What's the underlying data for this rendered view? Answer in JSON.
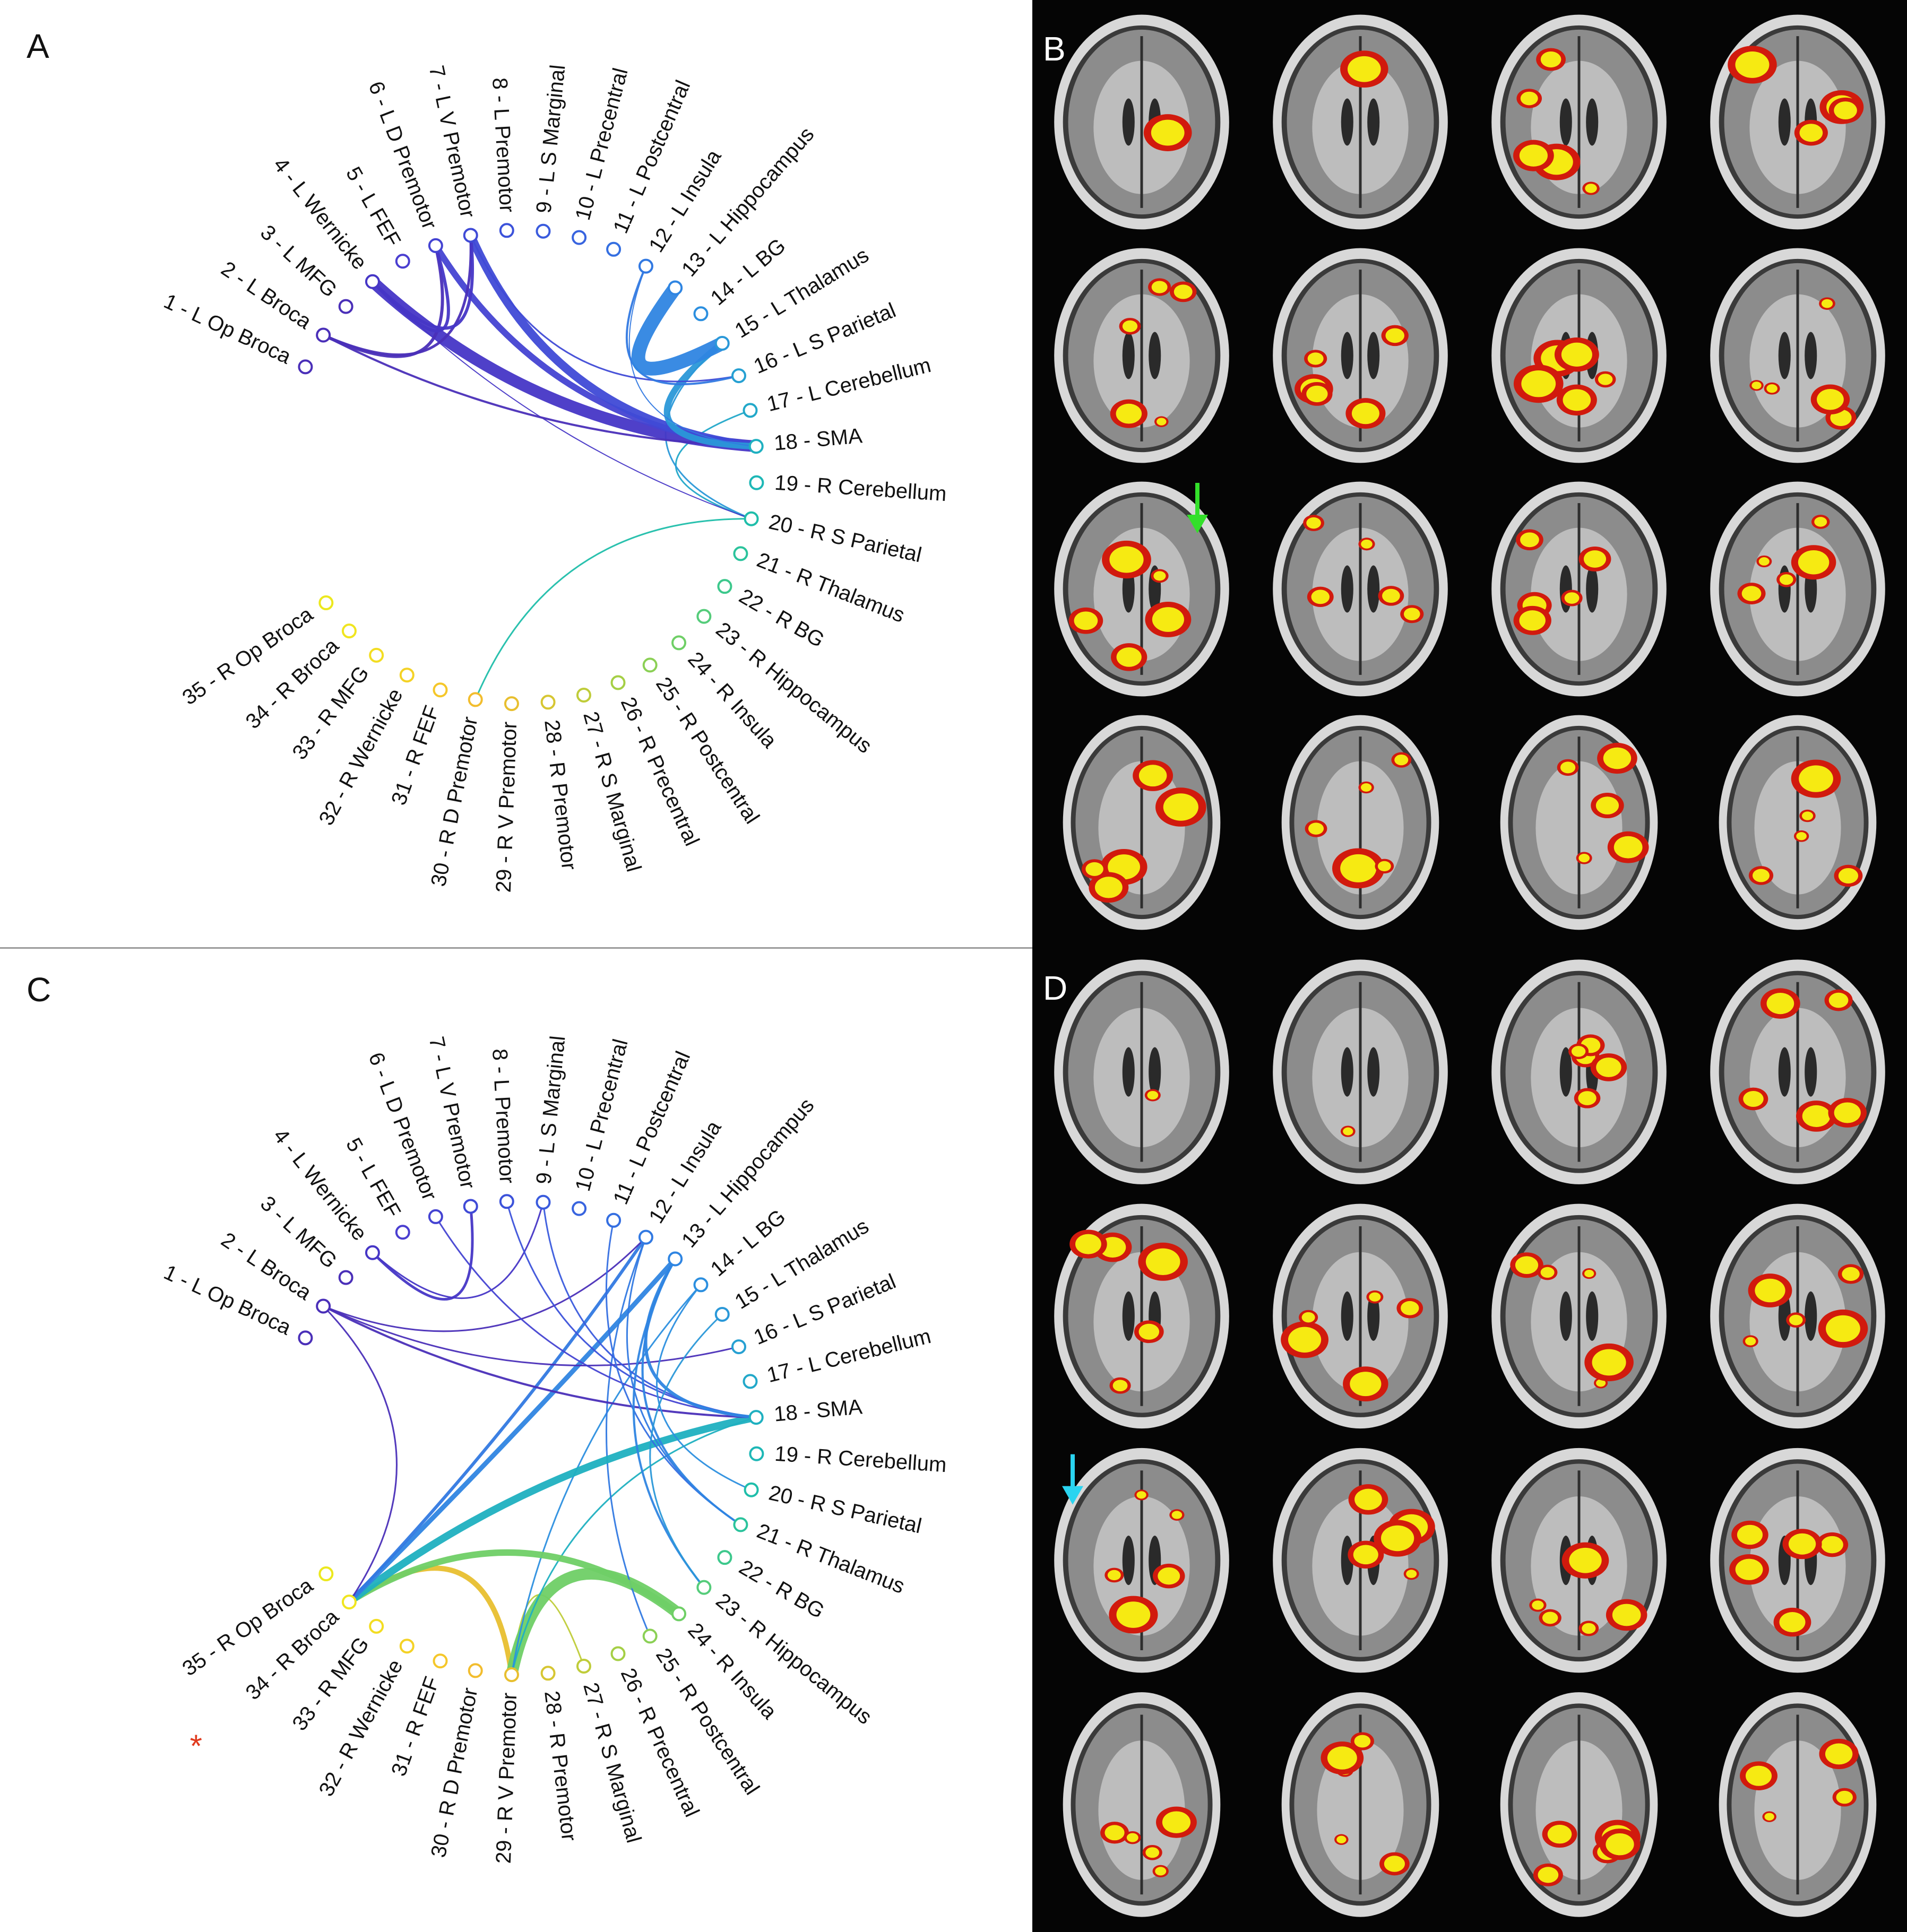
{
  "nodes": [
    {
      "id": 1,
      "label": "1 - L Op Broca",
      "color": "#4a2fb8"
    },
    {
      "id": 2,
      "label": "2 - L Broca",
      "color": "#4a2fb8"
    },
    {
      "id": 3,
      "label": "3 - L MFG",
      "color": "#4a2fb8"
    },
    {
      "id": 4,
      "label": "4 - L Wernicke",
      "color": "#4636c6"
    },
    {
      "id": 5,
      "label": "5 - L FEF",
      "color": "#4a3ed0"
    },
    {
      "id": 6,
      "label": "6 - L D Premotor",
      "color": "#4443d2"
    },
    {
      "id": 7,
      "label": "7 - L V Premotor",
      "color": "#3f4ad6"
    },
    {
      "id": 8,
      "label": "8 - L Premotor",
      "color": "#3c52da"
    },
    {
      "id": 9,
      "label": "9 - L S Marginal",
      "color": "#3a5bdd"
    },
    {
      "id": 10,
      "label": "10 - L Precentral",
      "color": "#3864df"
    },
    {
      "id": 11,
      "label": "11 - L Postcentral",
      "color": "#356fe1"
    },
    {
      "id": 12,
      "label": "12 - L Insula",
      "color": "#3279e2"
    },
    {
      "id": 13,
      "label": "13 - L Hippocampus",
      "color": "#2f85e2"
    },
    {
      "id": 14,
      "label": "14 - L BG",
      "color": "#2c8fdf"
    },
    {
      "id": 15,
      "label": "15 - L Thalamus",
      "color": "#2a98d8"
    },
    {
      "id": 16,
      "label": "16 - L S Parietal",
      "color": "#26a0d2"
    },
    {
      "id": 17,
      "label": "17 - L Cerebellum",
      "color": "#22a8c9"
    },
    {
      "id": 18,
      "label": "18 - SMA",
      "color": "#1fb0c0"
    },
    {
      "id": 19,
      "label": "19 - R Cerebellum",
      "color": "#1db7b6"
    },
    {
      "id": 20,
      "label": "20 - R S Parietal",
      "color": "#1fbeaa"
    },
    {
      "id": 21,
      "label": "21 - R Thalamus",
      "color": "#2bc39c"
    },
    {
      "id": 22,
      "label": "22 - R BG",
      "color": "#3dc88c"
    },
    {
      "id": 23,
      "label": "23 - R Hippocampus",
      "color": "#55cc7a"
    },
    {
      "id": 24,
      "label": "24 - R Insula",
      "color": "#6fcf66"
    },
    {
      "id": 25,
      "label": "25 - R Postcentral",
      "color": "#8bd055"
    },
    {
      "id": 26,
      "label": "26 - R Precentral",
      "color": "#a5cf45"
    },
    {
      "id": 27,
      "label": "27 - R S Marginal",
      "color": "#bfcc39"
    },
    {
      "id": 28,
      "label": "28 - R Premotor",
      "color": "#d6c632"
    },
    {
      "id": 29,
      "label": "29 - R V Premotor",
      "color": "#e8bf2f"
    },
    {
      "id": 30,
      "label": "30 - R D Premotor",
      "color": "#f2bd2e"
    },
    {
      "id": 31,
      "label": "31 - R FEF",
      "color": "#f5c72a"
    },
    {
      "id": 32,
      "label": "32 - R Wernicke",
      "color": "#f4d226"
    },
    {
      "id": 33,
      "label": "33 - R MFG",
      "color": "#f3dd22"
    },
    {
      "id": 34,
      "label": "34 - R Broca",
      "color": "#f0e51f"
    },
    {
      "id": 35,
      "label": "35 - R Op Broca",
      "color": "#ece81e"
    }
  ],
  "panels": [
    {
      "letter": "A",
      "star": "",
      "edges": [
        [
          30,
          20,
          3
        ],
        [
          20,
          17,
          3
        ],
        [
          20,
          15,
          3
        ],
        [
          20,
          4,
          2
        ],
        [
          18,
          4,
          22
        ],
        [
          18,
          2,
          4
        ],
        [
          18,
          6,
          12
        ],
        [
          18,
          7,
          16
        ],
        [
          18,
          15,
          12
        ],
        [
          18,
          12,
          2
        ],
        [
          2,
          6,
          6
        ],
        [
          2,
          7,
          5
        ],
        [
          4,
          6,
          6
        ],
        [
          4,
          7,
          6
        ],
        [
          16,
          7,
          3
        ],
        [
          16,
          12,
          4
        ],
        [
          13,
          15,
          26
        ]
      ]
    },
    {
      "letter": "C",
      "star": "*",
      "edges": [
        [
          29,
          34,
          10
        ],
        [
          29,
          27,
          3
        ],
        [
          29,
          24,
          22
        ],
        [
          29,
          18,
          3
        ],
        [
          29,
          14,
          3
        ],
        [
          25,
          12,
          3
        ],
        [
          24,
          34,
          12
        ],
        [
          34,
          18,
          14
        ],
        [
          34,
          13,
          9
        ],
        [
          34,
          12,
          6
        ],
        [
          34,
          2,
          3
        ],
        [
          2,
          18,
          4
        ],
        [
          2,
          16,
          3
        ],
        [
          2,
          12,
          3
        ],
        [
          4,
          7,
          5
        ],
        [
          4,
          9,
          3
        ],
        [
          18,
          6,
          3
        ],
        [
          18,
          9,
          3
        ],
        [
          18,
          8,
          3
        ],
        [
          18,
          13,
          6
        ],
        [
          21,
          12,
          3
        ],
        [
          21,
          11,
          3
        ],
        [
          21,
          13,
          4
        ],
        [
          20,
          14,
          3
        ],
        [
          23,
          13,
          4
        ],
        [
          23,
          15,
          3
        ]
      ]
    }
  ],
  "mri_panels": [
    {
      "letter": "B",
      "arrow": "green"
    },
    {
      "letter": "D",
      "arrow": "cyan"
    }
  ]
}
